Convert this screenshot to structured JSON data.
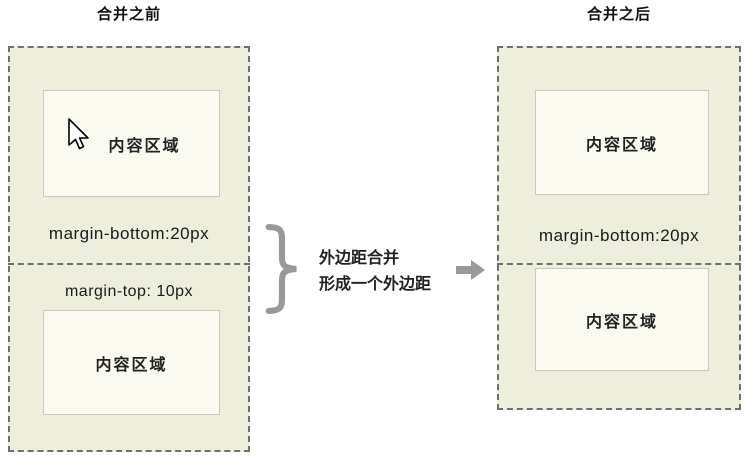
{
  "colors": {
    "panel_bg": "#eeeedd",
    "panel_border": "#6f6f6f",
    "box_bg": "#fcfbf2",
    "box_border": "#c8c8bc",
    "text": "#1c1c1c",
    "gray": "#999999"
  },
  "before_panel": {
    "title": "合并之前",
    "box1_label": "内容区域",
    "margin_bottom_label": "margin-bottom:20px",
    "margin_top_label": "margin-top: 10px",
    "box2_label": "内容区域"
  },
  "annotation": {
    "line1": "外边距合并",
    "line2": "形成一个外边距"
  },
  "after_panel": {
    "title": "合并之后",
    "box1_label": "内容区域",
    "margin_bottom_label": "margin-bottom:20px",
    "box2_label": "内容区域"
  }
}
